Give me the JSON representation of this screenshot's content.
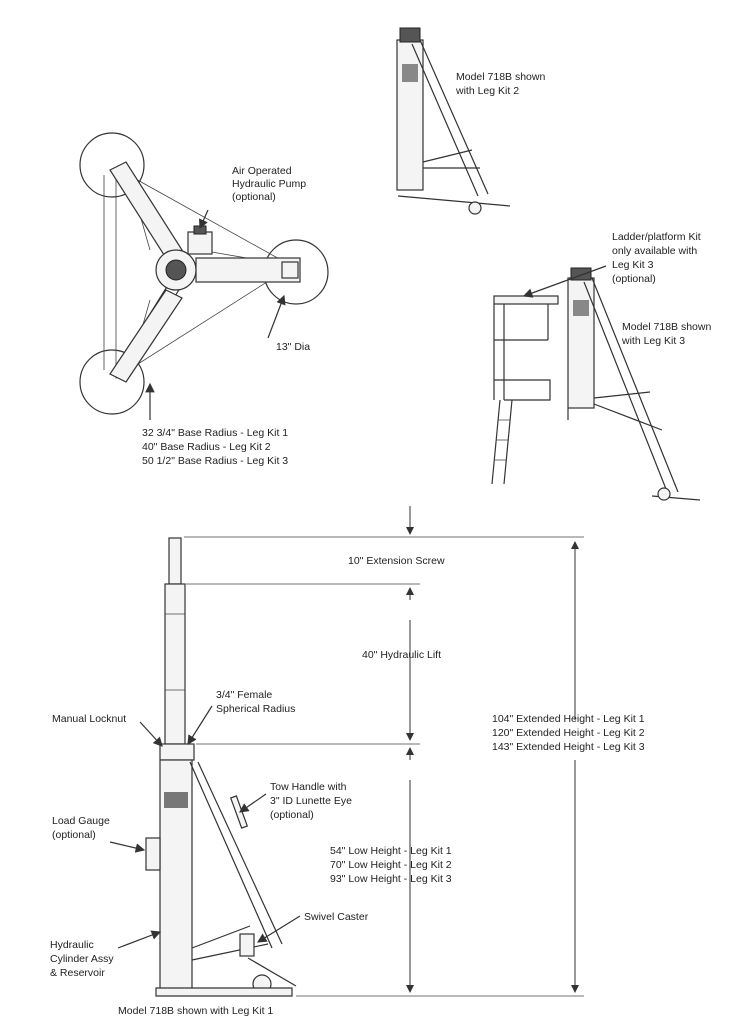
{
  "colors": {
    "line": "#333333",
    "background": "#ffffff"
  },
  "top_view": {
    "pump_label": [
      "Air Operated",
      "Hydraulic Pump",
      "(optional)"
    ],
    "dia_label": "13\" Dia",
    "base_radius": [
      "32  3/4\" Base Radius - Leg Kit 1",
      "40\" Base Radius - Leg Kit 2",
      "50  1/2\" Base Radius - Leg Kit 3"
    ]
  },
  "legkit2_view": {
    "caption": [
      "Model 718B shown",
      "with Leg Kit 2"
    ]
  },
  "legkit3_view": {
    "ladder_label": [
      "Ladder/platform Kit",
      "only available with",
      "Leg Kit 3",
      "(optional)"
    ],
    "caption": [
      "Model 718B shown",
      "with Leg Kit 3"
    ]
  },
  "main_view": {
    "extension_screw": "10\" Extension Screw",
    "hydraulic_lift": "40\" Hydraulic Lift",
    "spherical": [
      "3/4\" Female",
      "Spherical Radius"
    ],
    "locknut": "Manual Locknut",
    "extended_heights": [
      "104\" Extended Height - Leg Kit 1",
      "120\" Extended Height - Leg Kit 2",
      "143\" Extended Height - Leg Kit 3"
    ],
    "tow_handle": [
      "Tow Handle with",
      "3\" ID Lunette Eye",
      "(optional)"
    ],
    "load_gauge": [
      "Load Gauge",
      "(optional)"
    ],
    "low_heights": [
      "54\" Low Height - Leg Kit 1",
      "70\" Low Height - Leg Kit 2",
      "93\" Low Height - Leg Kit 3"
    ],
    "swivel_caster": "Swivel Caster",
    "cylinder": [
      "Hydraulic",
      "Cylinder Assy",
      "& Reservoir"
    ],
    "caption": "Model 718B shown with Leg Kit 1"
  }
}
